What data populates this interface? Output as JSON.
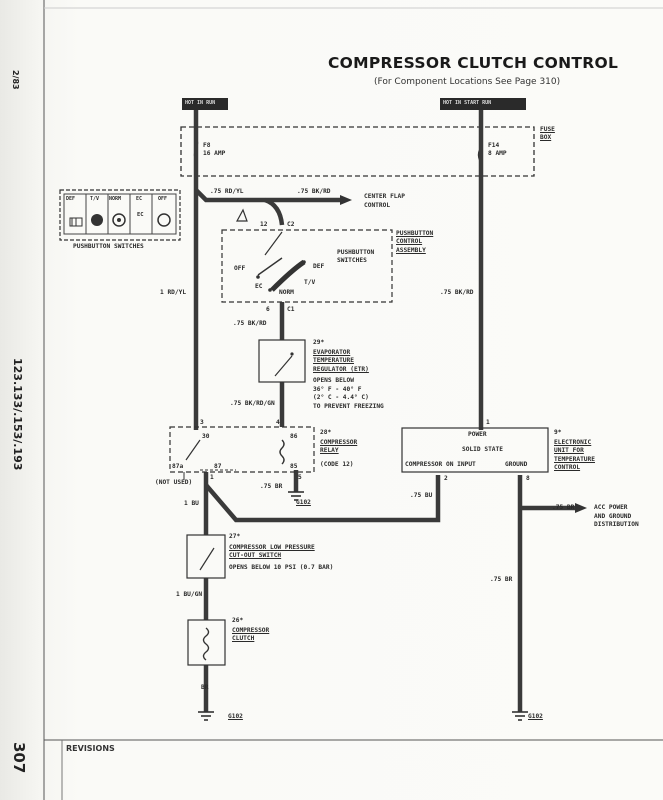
{
  "header": {
    "title": "COMPRESSOR CLUTCH CONTROL",
    "subtitle": "(For Component Locations See Page 310)"
  },
  "margin": {
    "page_ref": "2/83",
    "models": "123.133/.153/.193",
    "page_number": "307"
  },
  "power": {
    "left_tag": "HOT IN RUN",
    "right_tag": "HOT IN START RUN",
    "fuse_box_label": "FUSE\nBOX",
    "fuse_left": "F8\n16 AMP",
    "fuse_right": "F14\n8 AMP"
  },
  "wires": {
    "rd_yl": ".75 RD/YL",
    "bk_rd_top": ".75 BK/RD",
    "center_flap": "CENTER FLAP\nCONTROL",
    "rd_yl_main": "1 RD/YL",
    "bk_rd_mid": ".75 BK/RD",
    "bk_rd_gn": ".75 BK/RD/GN",
    "bk_rd_right": ".75 BK/RD",
    "br_relay": ".75 BR",
    "bu_1": "1 BU",
    "bu_075": ".75 BU",
    "br_acc": ".75 BR",
    "bu_gn": "1 BU/GN",
    "br_unit": ".75 BR",
    "br_bottom": "BR"
  },
  "pushbutton_switches": {
    "labels": [
      "DEF",
      "T/V",
      "NORM",
      "EC",
      "OFF"
    ],
    "ec_sub": "EC",
    "caption": "PUSHBUTTON SWITCHES"
  },
  "pushbutton_assembly": {
    "label": "PUSHBUTTON\nCONTROL\nASSEMBLY",
    "inner_label": "PUSHBUTTON\nSWITCHES",
    "connector_top": "C2",
    "pin_top": "12",
    "connector_bottom": "C1",
    "pin_bottom": "6",
    "pos_off": "OFF",
    "pos_def": "DEF",
    "pos_ec": "EC",
    "pos_tv": "T/V",
    "pos_norm": "NORM"
  },
  "etr": {
    "ref": "29*",
    "label": "EVAPORATOR\nTEMPERATURE\nREGULATOR (ETR)",
    "note": "OPENS BELOW\n36° F - 40° F\n(2° C - 4.4° C)\nTO PREVENT FREEZING"
  },
  "relay": {
    "ref": "28*",
    "label": "COMPRESSOR\nRELAY",
    "code": "(CODE 12)",
    "pin_3": "3",
    "pin_4": "4",
    "pin_30": "30",
    "pin_86": "86",
    "pin_87a": "87a",
    "pin_87": "87",
    "pin_85": "85",
    "pin_1": "1",
    "pin_5": "5",
    "not_used": "(NOT USED)",
    "ground": "G102"
  },
  "electronic_unit": {
    "ref": "9*",
    "label": "ELECTRONIC\nUNIT FOR\nTEMPERATURE\nCONTROL",
    "power": "POWER",
    "solid_state": "SOLID STATE",
    "compressor_input": "COMPRESSOR ON INPUT",
    "ground": "GROUND",
    "pin_1": "1",
    "pin_2": "2",
    "pin_8": "8",
    "acc_label": "ACC POWER\nAND GROUND\nDISTRIBUTION"
  },
  "low_pressure_switch": {
    "ref": "27*",
    "label": "COMPRESSOR LOW PRESSURE\nCUT-OUT SWITCH",
    "note": "OPENS BELOW 10 PSI (0.7 BAR)"
  },
  "clutch": {
    "ref": "26*",
    "label": "COMPRESSOR\nCLUTCH"
  },
  "grounds": {
    "left": "G102",
    "right": "G102"
  },
  "revisions": {
    "label": "REVISIONS"
  }
}
